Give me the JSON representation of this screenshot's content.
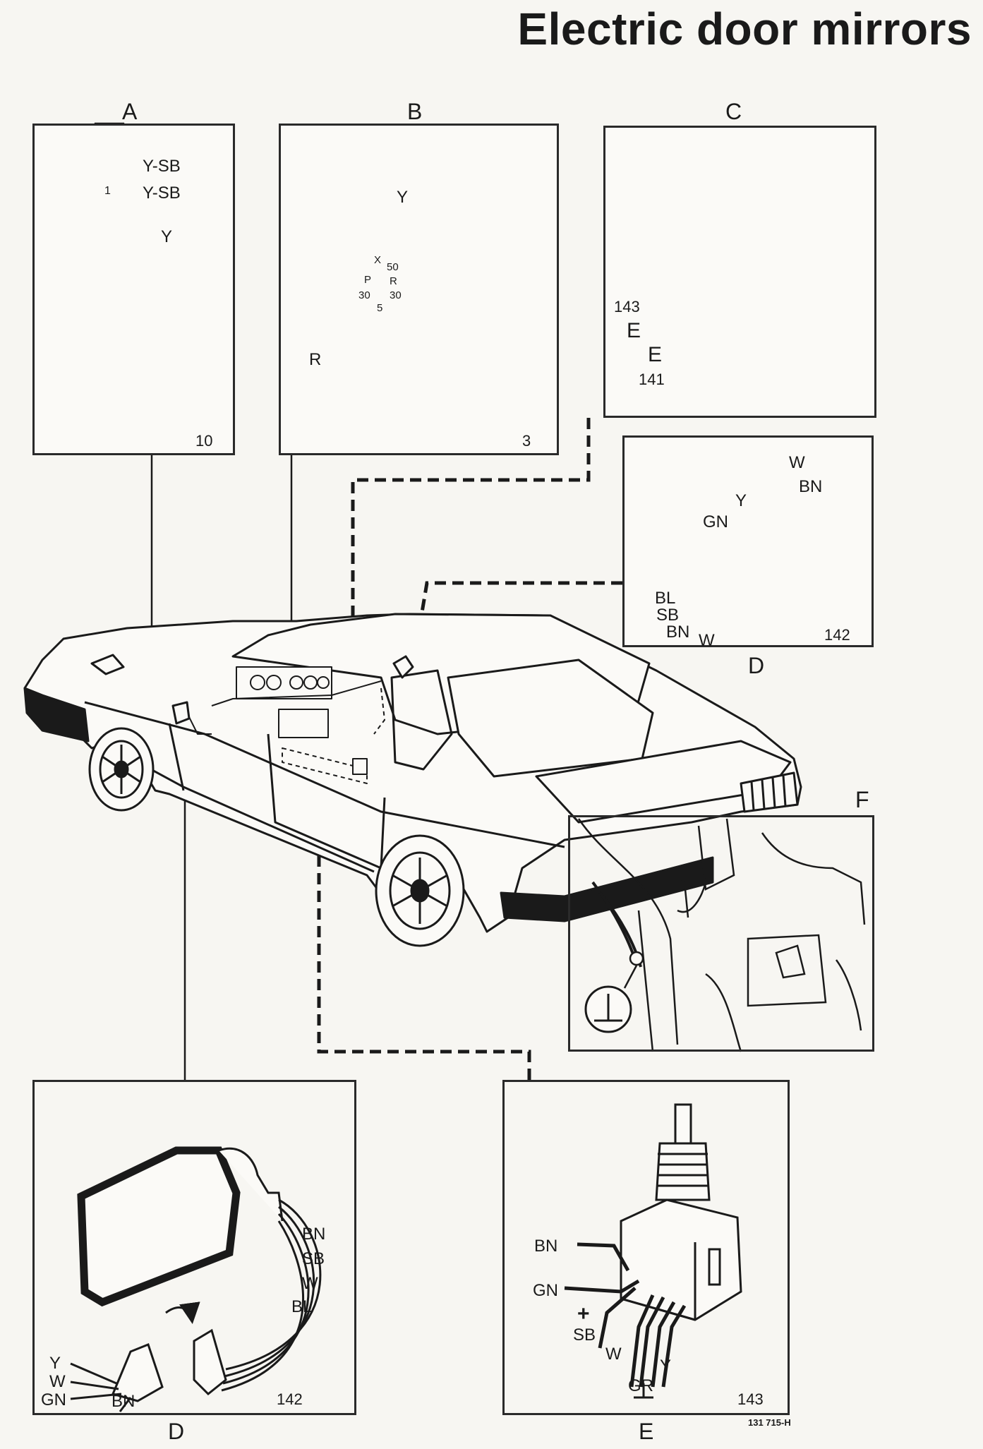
{
  "title": "Electric door mirrors",
  "panels": {
    "A": {
      "label": "A",
      "number": "10",
      "wires": [
        "Y-SB",
        "Y-SB",
        "Y",
        "1"
      ]
    },
    "B": {
      "label": "B",
      "number": "3",
      "wires": [
        "Y",
        "R"
      ],
      "terminals": [
        "X",
        "50",
        "P",
        "R",
        "30",
        "30",
        "5"
      ]
    },
    "C": {
      "label": "C",
      "numbers": [
        "143",
        "141"
      ],
      "connectors": [
        "E",
        "E"
      ]
    },
    "D_top": {
      "label": "D",
      "number": "142",
      "wires": [
        "W",
        "BN",
        "Y",
        "GN",
        "BL",
        "SB",
        "BN",
        "W"
      ]
    },
    "F": {
      "label": "F"
    },
    "D_bottom": {
      "label": "D",
      "number": "142",
      "wires": [
        "BN",
        "SB",
        "W",
        "BL",
        "Y",
        "W",
        "GN",
        "BN"
      ]
    },
    "E": {
      "label": "E",
      "number": "143",
      "wires": [
        "BN",
        "GN",
        "+",
        "SB",
        "W",
        "GR",
        "Y"
      ]
    }
  },
  "figure_code": "131 715-H",
  "ground_symbol": "ground-symbol-icon",
  "colors": {
    "ink": "#1a1a1a",
    "paper": "#f7f6f2"
  }
}
